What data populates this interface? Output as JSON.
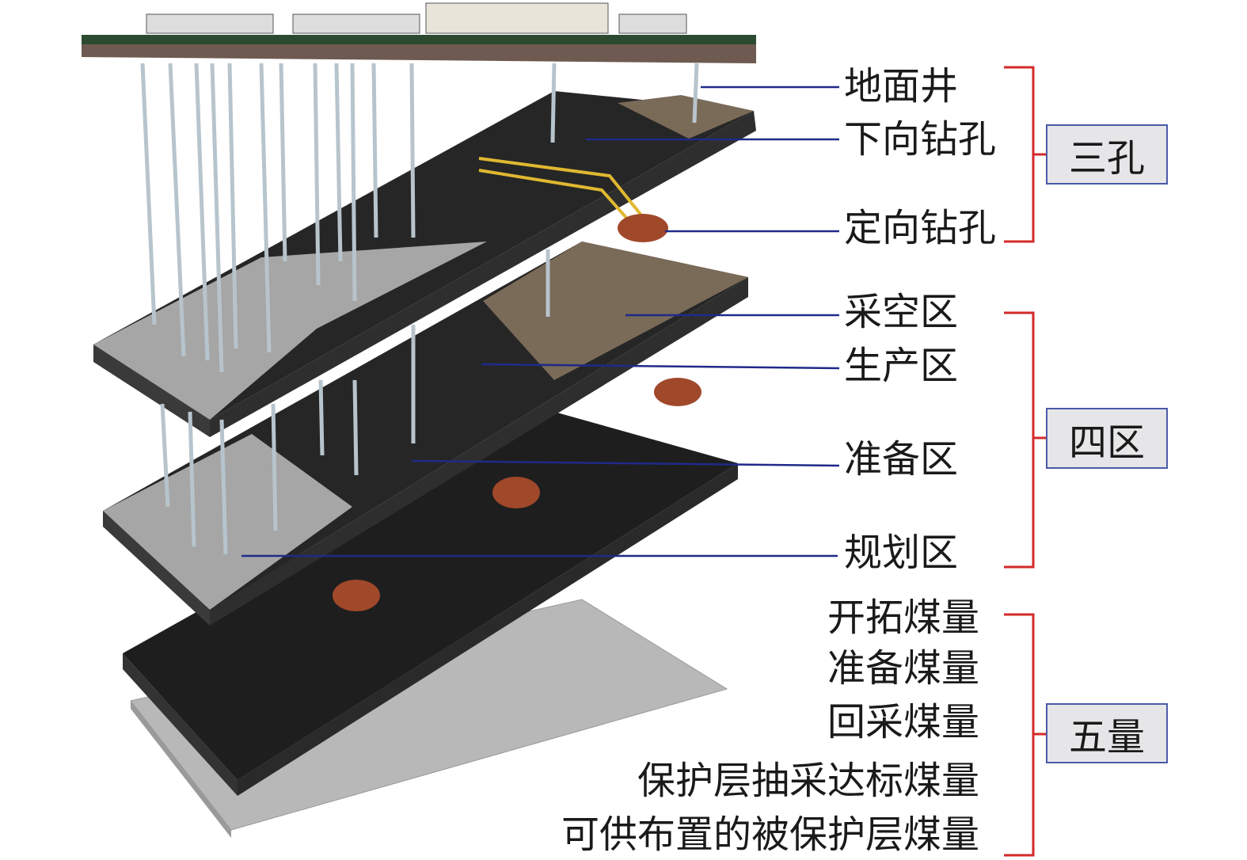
{
  "three_holes": {
    "title": "三孔",
    "items": [
      "地面井",
      "下向钻孔",
      "定向钻孔"
    ]
  },
  "four_zones": {
    "title": "四区",
    "items": [
      "采空区",
      "生产区",
      "准备区",
      "规划区"
    ]
  },
  "five_quantities": {
    "title": "五量",
    "items": [
      "开拓煤量",
      "准备煤量",
      "回采煤量",
      "保护层抽采达标煤量",
      "可供布置的被保护层煤量"
    ]
  },
  "colors": {
    "leader": "#1f2a8a",
    "bracket": "#d42a2a",
    "box_border": "#4a5aa8",
    "box_fill": "#e6e6e8"
  }
}
